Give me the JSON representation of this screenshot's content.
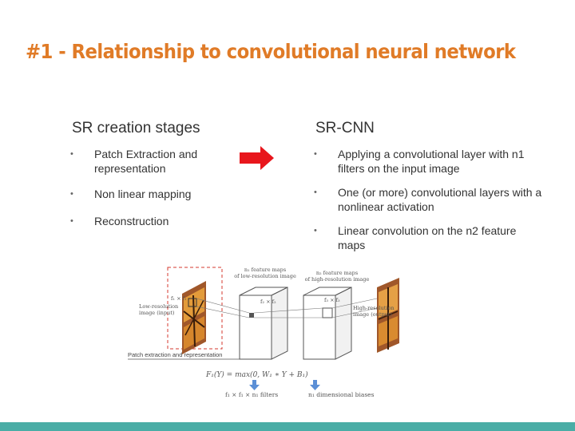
{
  "slide": {
    "title": "#1 - Relationship to convolutional neural network",
    "left_column": {
      "heading": "SR creation stages",
      "items": [
        "Patch Extraction and representation",
        "Non linear mapping",
        "Reconstruction"
      ]
    },
    "right_column": {
      "heading": "SR-CNN",
      "items": [
        "Applying a convolutional layer with n1 filters on the input image",
        "One (or more) convolutional layers with a nonlinear activation",
        "Linear convolution on the n2 feature maps"
      ]
    },
    "bullet_glyph": "•",
    "colors": {
      "title": "#e07b27",
      "arrow": "#e8161c",
      "bottom_bar": "#4aada6",
      "highlight_box": "#d43a2f"
    }
  },
  "diagram": {
    "label_n1_line1": "n₁ feature maps",
    "label_n1_line2": "of low-resolution image",
    "label_n2_line1": "n₂ feature maps",
    "label_n2_line2": "of high-resolution image",
    "label_input_line1": "Low-resolution",
    "label_input_line2": "image (input)",
    "label_output_line1": "High-resolution",
    "label_output_line2": "image (output)",
    "filter_f1": "f₁ × f₁",
    "filter_f2": "f₂ × f₂",
    "filter_f3": "f₃ × f₃",
    "stage_label": "Patch extraction and representation",
    "formula": "F₁(Y) = max(0, W₁ ∗ Y + B₁)",
    "annotation_left": "f₁ × f₁ × n₁ filters",
    "annotation_right": "n₁ dimensional biases"
  }
}
